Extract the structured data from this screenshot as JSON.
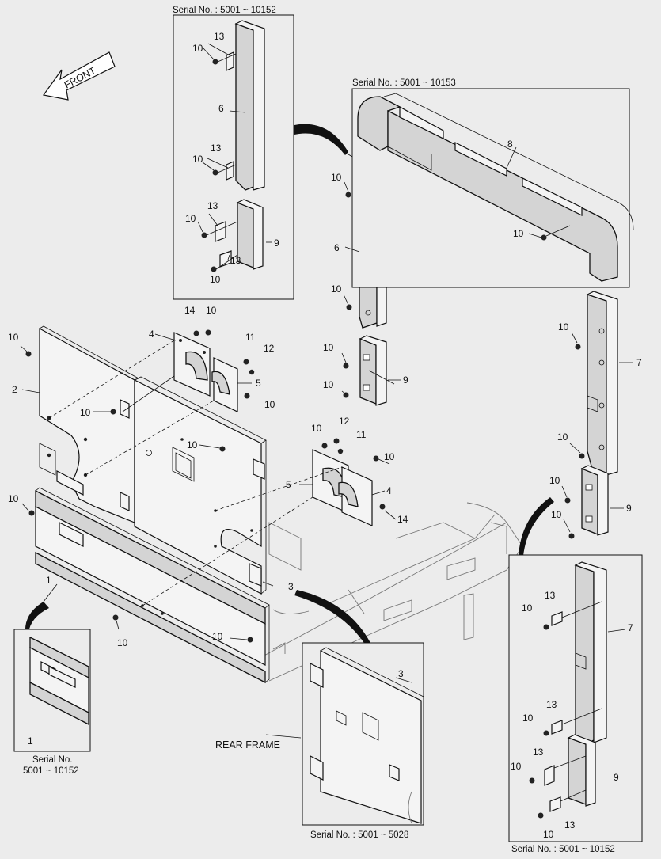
{
  "diagram": {
    "front_label": "FRONT",
    "rear_frame_label": "REAR FRAME",
    "insets": {
      "top_left": {
        "caption": "Serial No. : 5001 ~ 10152"
      },
      "top_right": {
        "caption": "Serial No. : 5001 ~ 10153"
      },
      "bottom_left": {
        "caption_line1": "Serial No.",
        "caption_line2": "5001 ~ 10152"
      },
      "bottom_center": {
        "caption": "Serial No. : 5001 ~ 5028"
      },
      "bottom_right": {
        "caption": "Serial No. : 5001 ~ 10152"
      }
    },
    "callouts": {
      "c1": "1",
      "c2": "2",
      "c3": "3",
      "c4": "4",
      "c5": "5",
      "c6": "6",
      "c7": "7",
      "c8": "8",
      "c9": "9",
      "c10": "10",
      "c11": "11",
      "c12": "12",
      "c13": "13",
      "c14": "14"
    },
    "colors": {
      "background": "#ececec",
      "part_fill": "#d4d4d4",
      "line": "#111111"
    }
  }
}
